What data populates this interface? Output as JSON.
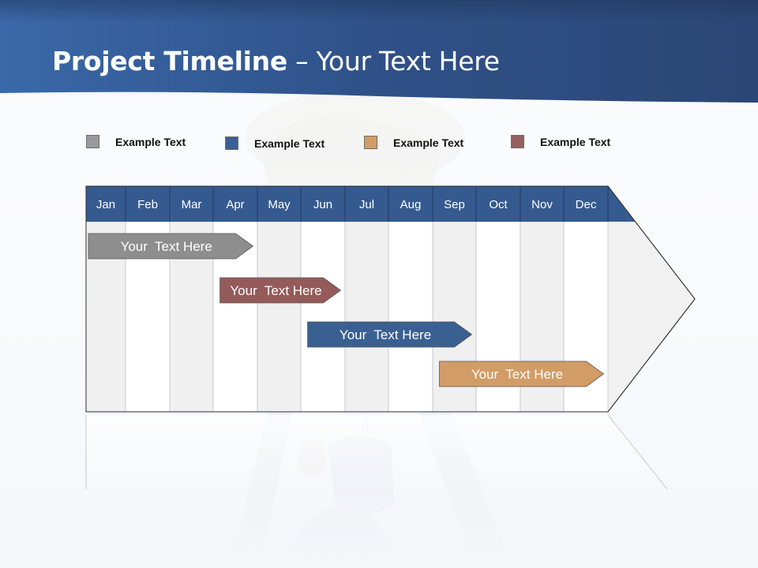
{
  "title": {
    "bold": "Project Timeline",
    "rest": " – Your Text Here"
  },
  "legend": [
    {
      "label": "Example Text",
      "color": "#9a9a9a"
    },
    {
      "label": "Example Text",
      "color": "#3a6091"
    },
    {
      "label": "Example Text",
      "color": "#d29c66"
    },
    {
      "label": "Example Text",
      "color": "#956060"
    }
  ],
  "colors": {
    "header": "#355a8f",
    "banner_top": "#2d4a77",
    "banner_bottom": "#3f6aa6",
    "shaded_column": "#f0f0f0",
    "white_column": "#ffffff"
  },
  "chart_data": {
    "type": "gantt",
    "months": [
      "Jan",
      "Feb",
      "Mar",
      "Apr",
      "May",
      "Jun",
      "Jul",
      "Aug",
      "Sep",
      "Oct",
      "Nov",
      "Dec"
    ],
    "tasks": [
      {
        "label": "Your  Text Here",
        "start": 1,
        "end": 4.9,
        "color": "#8e8e8e",
        "text_color": "#ffffff"
      },
      {
        "label": "Your  Text Here",
        "start": 4.1,
        "end": 6.9,
        "color": "#955a5a",
        "text_color": "#ffffff"
      },
      {
        "label": "Your  Text Here",
        "start": 6.1,
        "end": 9.9,
        "color": "#3a6091",
        "text_color": "#ffffff"
      },
      {
        "label": "Your  Text Here",
        "start": 9.1,
        "end": 12.9,
        "color": "#d29c66",
        "text_color": "#222222"
      }
    ]
  }
}
